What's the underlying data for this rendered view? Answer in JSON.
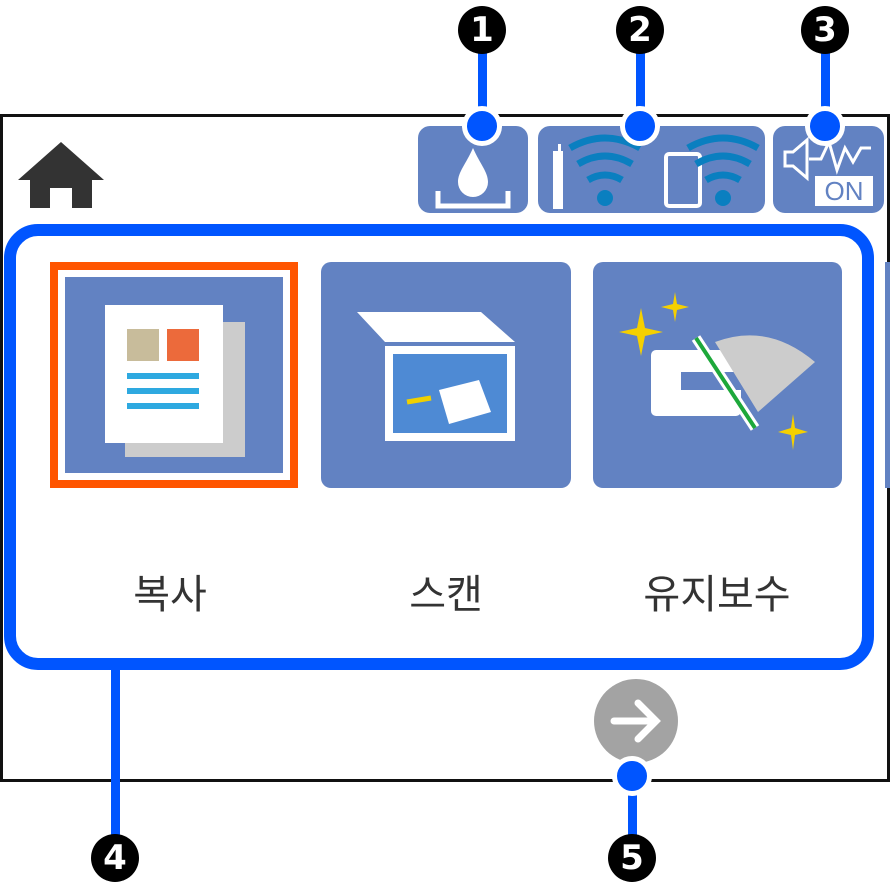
{
  "status_icons": [
    "ink-level-icon",
    "network-status-icon",
    "sound-on-icon"
  ],
  "sound_badge": "ON",
  "menu": [
    {
      "label": "복사",
      "icon": "copy-icon",
      "selected": true
    },
    {
      "label": "스캔",
      "icon": "scan-icon",
      "selected": false
    },
    {
      "label": "유지보수",
      "icon": "maintenance-icon",
      "selected": false
    }
  ],
  "callouts": [
    "1",
    "2",
    "3",
    "4",
    "5"
  ],
  "colors": {
    "tile": "#6282c2",
    "highlight": "#0055ff",
    "selection": "#ff5500",
    "arrow": "#a3a3a3"
  }
}
